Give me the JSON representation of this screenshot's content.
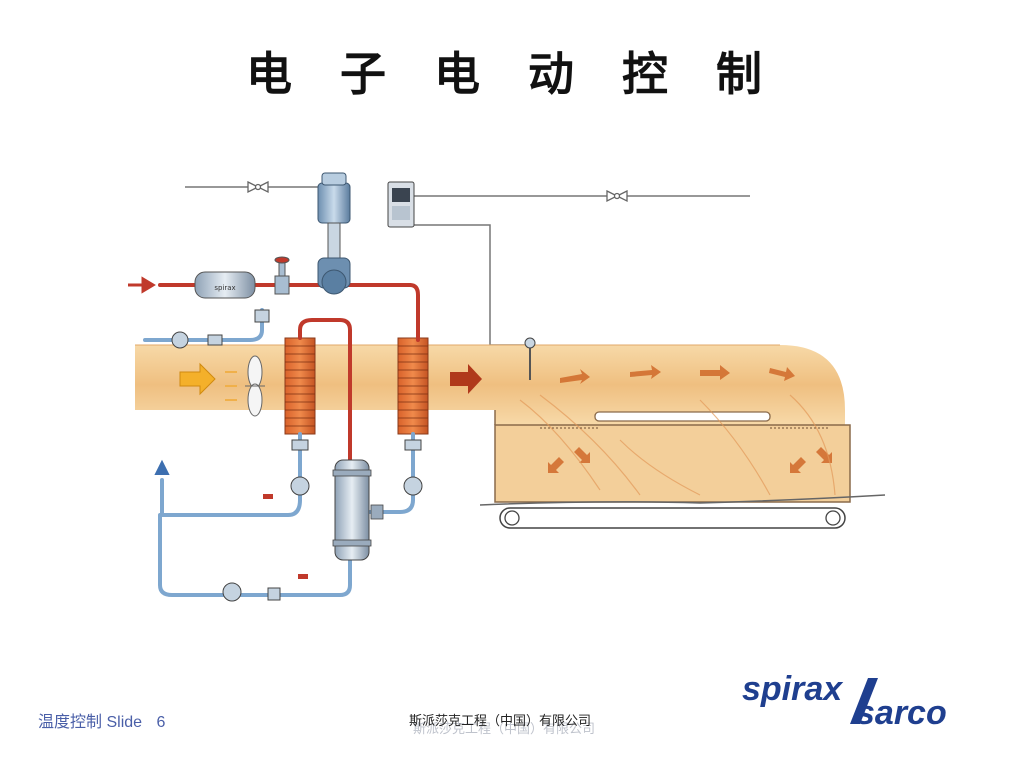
{
  "slide": {
    "title": "电 子 电 动 控 制"
  },
  "footer": {
    "topic": "温度控制",
    "slide_label": "Slide",
    "slide_number": "6",
    "company": "斯派莎克工程（中国）有限公司"
  },
  "logo": {
    "line1": "spirax",
    "line2": "sarco",
    "color": "#1f3f8f"
  },
  "colors": {
    "steam_pipe": "#c0392b",
    "condensate_pipe": "#7ea7cf",
    "duct_fill": "#f2c48a",
    "airflow_arrow": "#d06a2a",
    "inlet_arrow": "#f4b02a"
  }
}
